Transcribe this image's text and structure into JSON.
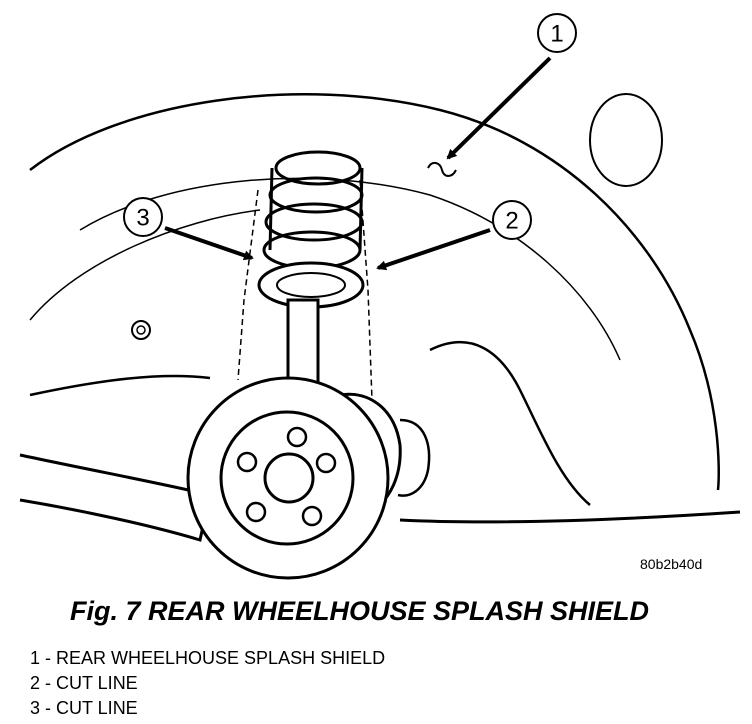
{
  "figure": {
    "reference_code": "80b2b40d",
    "caption": "Fig. 7 REAR WHEELHOUSE SPLASH SHIELD"
  },
  "callouts": [
    {
      "number": "1",
      "label": "REAR WHEELHOUSE SPLASH SHIELD",
      "legend_text": "1 - REAR WHEELHOUSE SPLASH SHIELD"
    },
    {
      "number": "2",
      "label": "CUT LINE",
      "legend_text": "2 - CUT LINE"
    },
    {
      "number": "3",
      "label": "CUT LINE",
      "legend_text": "3 - CUT LINE"
    }
  ]
}
